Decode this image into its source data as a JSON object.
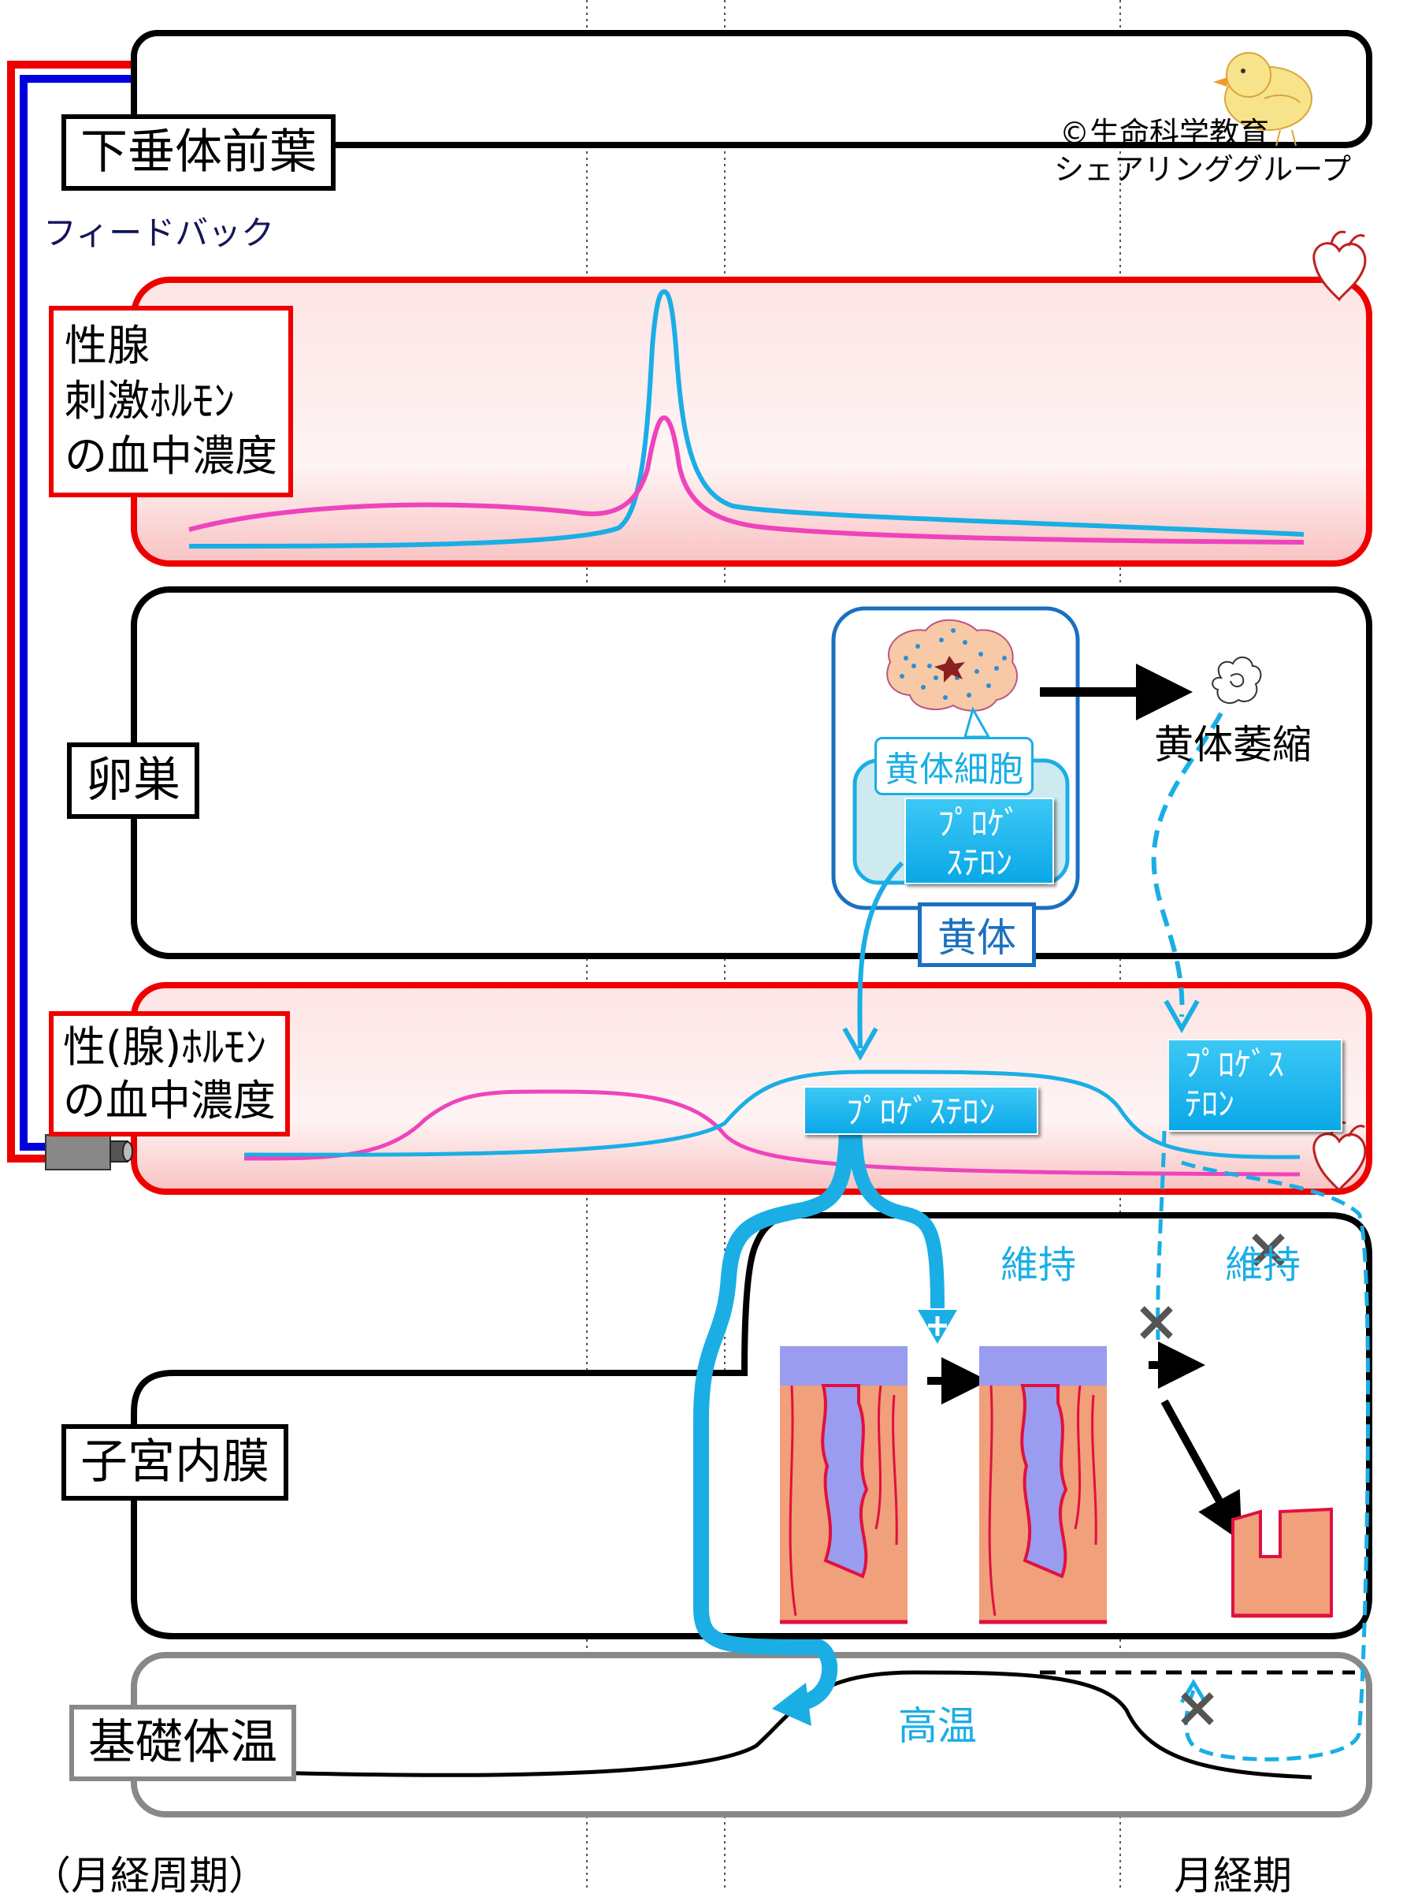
{
  "labels": {
    "pituitary": "下垂体前葉",
    "feedback": "フィードバック",
    "copyright_line1": "©生命科学教育",
    "copyright_line2": "シェアリンググループ",
    "gonadotropin_l1": "性腺",
    "gonadotropin_l2": "刺激ﾎﾙﾓﾝ",
    "gonadotropin_l3": "の血中濃度",
    "ovary": "卵巣",
    "sex_hormone_l1": "性(腺)ﾎﾙﾓﾝ",
    "sex_hormone_l2": "の血中濃度",
    "endometrium": "子宮内膜",
    "bbt": "基礎体温",
    "cycle": "（月経周期）",
    "menstruation": "月経期"
  },
  "ovary_panel": {
    "luteal_cell": "黄体細胞",
    "progesterone_l1": "ﾌﾟﾛｹﾞ",
    "progesterone_l2": "ｽﾃﾛﾝ",
    "corpus_luteum": "黄体",
    "atrophy": "黄体萎縮"
  },
  "hormone_panel": {
    "progesterone_main": "ﾌﾟﾛｹﾞｽﾃﾛﾝ",
    "progesterone_right_l1": "ﾌﾟﾛｹﾞｽ",
    "progesterone_right_l2": "ﾃﾛﾝ"
  },
  "endometrium_panel": {
    "maintain": "維持",
    "maintain_crossed": "維持"
  },
  "bbt_panel": {
    "high_temp": "高温"
  },
  "colors": {
    "red": "#ee0000",
    "blue": "#0000dd",
    "cyan": "#1aaee5",
    "magenta": "#ee44bb",
    "pink_fill": "#fbd0d0",
    "tissue": "#f0a07a",
    "lumen": "#9a9cf0"
  }
}
